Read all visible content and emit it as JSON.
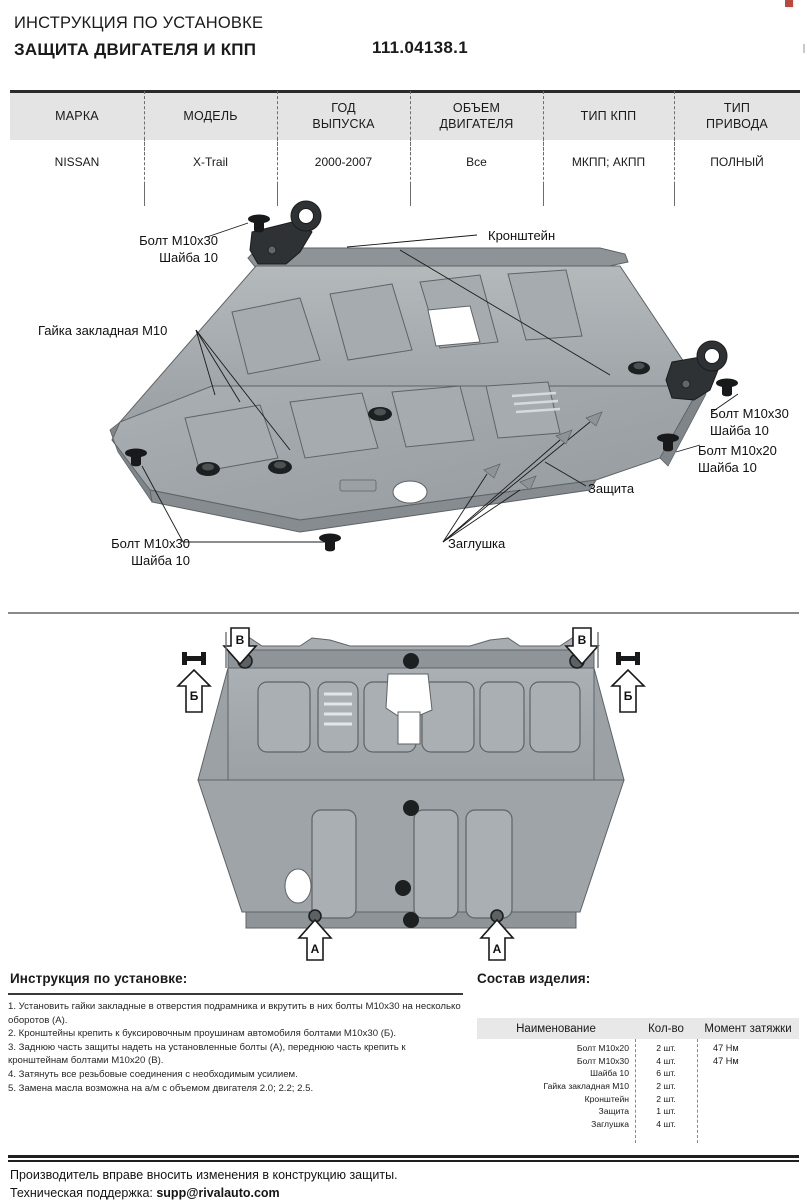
{
  "header": {
    "title_line1": "ИНСТРУКЦИЯ ПО УСТАНОВКЕ",
    "title_line2": "ЗАЩИТА ДВИГАТЕЛЯ И КПП",
    "article_number": "111.04138.1",
    "accent_color": "#b9483f"
  },
  "spec_table": {
    "columns": [
      {
        "header_line1": "МАРКА",
        "header_line2": "",
        "value": "NISSAN"
      },
      {
        "header_line1": "МОДЕЛЬ",
        "header_line2": "",
        "value": "X-Trail"
      },
      {
        "header_line1": "ГОД",
        "header_line2": "ВЫПУСКА",
        "value": "2000-2007"
      },
      {
        "header_line1": "ОБЪЕМ",
        "header_line2": "ДВИГАТЕЛЯ",
        "value": "Все"
      },
      {
        "header_line1": "ТИП КПП",
        "header_line2": "",
        "value": "МКПП; АКПП"
      },
      {
        "header_line1": "ТИП",
        "header_line2": "ПРИВОДА",
        "value": "ПОЛНЫЙ"
      }
    ]
  },
  "diagram_exploded": {
    "labels": {
      "bolt_left_top": "Болт М10х30\nШайба 10",
      "nut_left": "Гайка закладная М10",
      "bracket": "Кронштейн",
      "bolt_right_top": "Болт М10х30\nШайба 10",
      "bolt_right_bottom": "Болт М10х20\nШайба 10",
      "shield": "Защита",
      "bolt_bottom_left": "Болт М10х30\nШайба 10",
      "plug": "Заглушка"
    }
  },
  "diagram_plan": {
    "markers": {
      "top_left": "В",
      "top_right": "В",
      "side_left": "Б",
      "side_right": "Б",
      "bottom_left": "А",
      "bottom_right": "А"
    }
  },
  "instructions": {
    "title": "Инструкция по установке:",
    "steps": [
      "1. Установить гайки закладные в отверстия подрамника и вкрутить в них болты М10х30 на несколько оборотов (А).",
      "2. Кронштейны крепить к буксировочным проушинам автомобиля болтами М10х30 (Б).",
      "3. Заднюю часть защиты надеть на установленные болты (А), переднюю часть крепить к кронштейнам болтами М10х20 (В).",
      "4. Затянуть все резьбовые соединения с необходимым усилием.",
      "5. Замена масла возможна на а/м с объемом двигателя 2.0; 2.2; 2.5."
    ]
  },
  "parts": {
    "title": "Состав изделия:",
    "columns": [
      "Наименование",
      "Кол-во",
      "Момент затяжки"
    ],
    "rows": [
      {
        "name": "Болт М10х20",
        "qty": "2 шт.",
        "torque": "47 Нм"
      },
      {
        "name": "Болт М10х30",
        "qty": "4 шт.",
        "torque": "47 Нм"
      },
      {
        "name": "Шайба 10",
        "qty": "6 шт.",
        "torque": ""
      },
      {
        "name": "Гайка закладная М10",
        "qty": "2 шт.",
        "torque": ""
      },
      {
        "name": "Кронштейн",
        "qty": "2 шт.",
        "torque": ""
      },
      {
        "name": "Защита",
        "qty": "1 шт.",
        "torque": ""
      },
      {
        "name": "Заглушка",
        "qty": "4 шт.",
        "torque": ""
      }
    ]
  },
  "footer": {
    "line1": "Производитель вправе вносить изменения в конструкцию защиты.",
    "line2_label": "Техническая поддержка: ",
    "line2_email": "supp@rivalauto.com"
  }
}
